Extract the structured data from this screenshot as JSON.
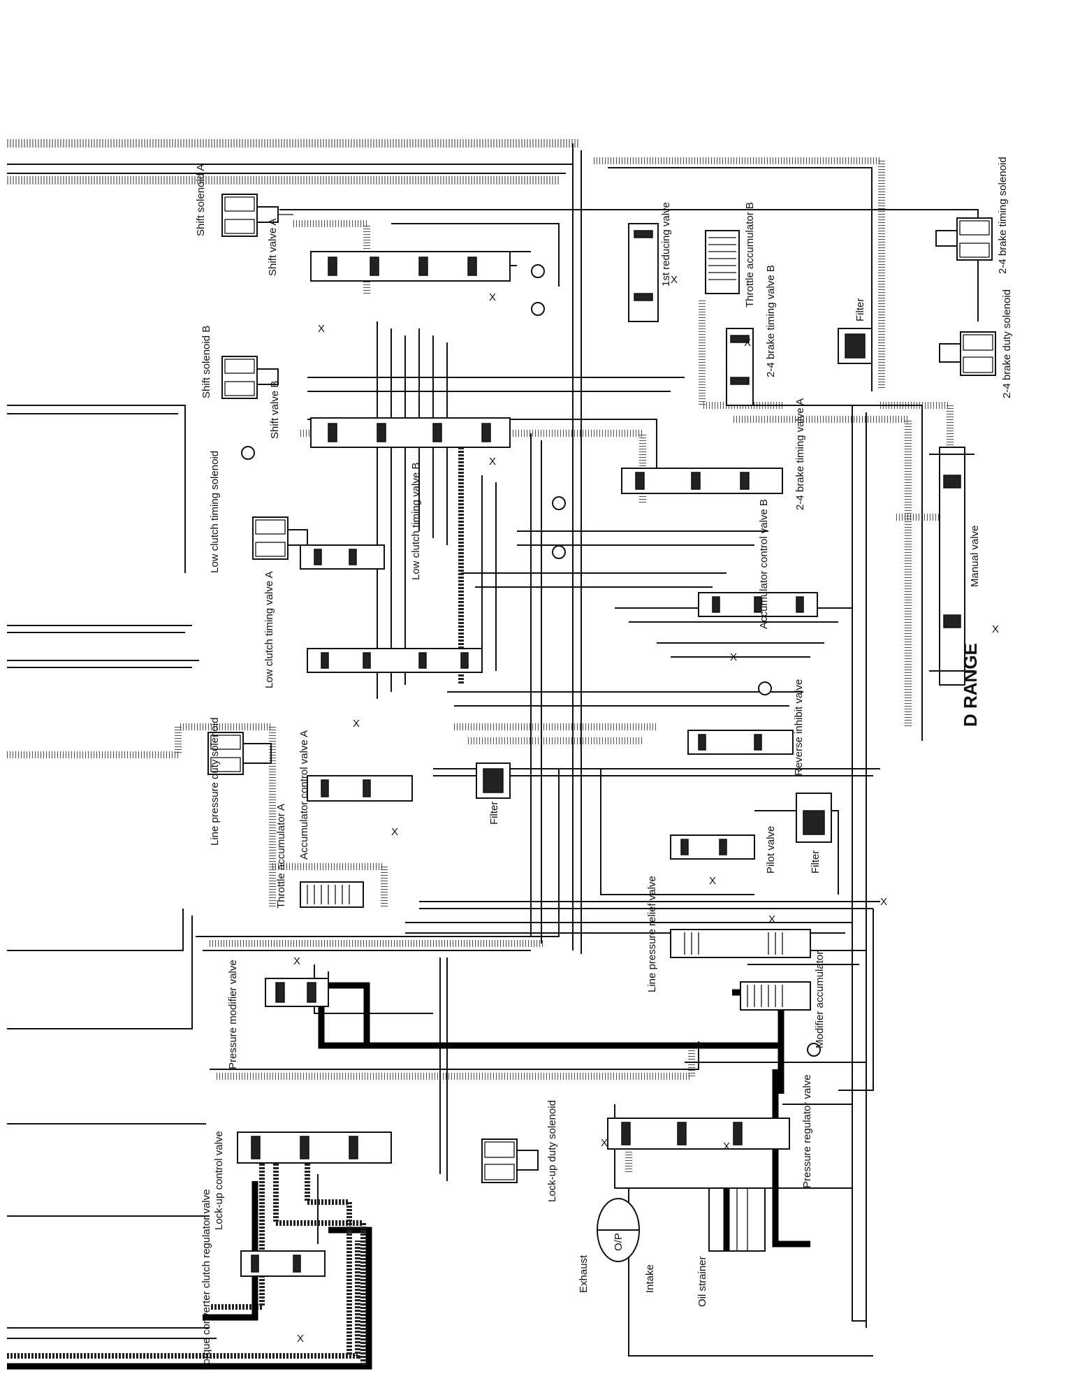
{
  "diagram": {
    "range_label": "D RANGE",
    "labels": {
      "shift_solenoid_a": "Shift solenoid A",
      "shift_valve_a": "Shift valve A",
      "shift_solenoid_b": "Shift solenoid B",
      "shift_valve_b": "Shift valve B",
      "first_reducing_valve": "1st reducing valve",
      "throttle_accumulator_b": "Throttle accumulator B",
      "brake_timing_solenoid_24": "2-4 brake timing solenoid",
      "brake_timing_valve_b_24": "2-4 brake timing valve B",
      "filter_top": "Filter",
      "brake_duty_solenoid_24": "2-4 brake duty solenoid",
      "brake_timing_valve_a_24": "2-4 brake timing valve A",
      "low_clutch_timing_solenoid": "Low clutch timing solenoid",
      "low_clutch_timing_valve_b": "Low clutch timing valve B",
      "low_clutch_timing_valve_a": "Low clutch timing valve A",
      "accumulator_control_valve_b": "Accumulator control valve B",
      "manual_valve": "Manual valve",
      "reverse_inhibit_valve": "Reverse inhibit valve",
      "line_pressure_duty_solenoid": "Line pressure duty solenoid",
      "throttle_accumulator_a": "Throttle accumulator A",
      "accumulator_control_valve_a": "Accumulator control valve A",
      "filter_middle": "Filter",
      "pilot_valve": "Pilot valve",
      "filter_right": "Filter",
      "line_pressure_relief_valve": "Line pressure relief valve",
      "pressure_modifier_valve": "Pressure modifier valve",
      "modifier_accumulator": "Modifier accumulator",
      "pressure_regulator_valve": "Pressure regulator valve",
      "lock_up_duty_solenoid": "Lock-up duty solenoid",
      "lock_up_control_valve": "Lock-up control valve",
      "torque_converter_clutch_regulator_valve": "Torque converter clutch regulator valve",
      "exhaust": "Exhaust",
      "intake": "Intake",
      "oil_pump": "O/P",
      "oil_strainer": "Oil strainer",
      "drain_mark": "X"
    }
  }
}
